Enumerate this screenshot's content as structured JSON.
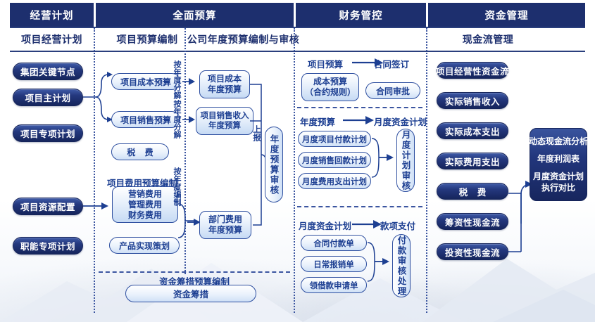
{
  "header": {
    "columns": [
      {
        "title": "经营计划"
      },
      {
        "title": "全面预算"
      },
      {
        "title": "财务管控"
      },
      {
        "title": "资金管理"
      }
    ]
  },
  "subtitles": [
    {
      "label": "项目经营计划"
    },
    {
      "label": "项目预算编制"
    },
    {
      "label": "公司年度预算编制与审核"
    },
    {
      "label": "现金流管理"
    }
  ],
  "col1": {
    "items": [
      {
        "label": "集团关键节点"
      },
      {
        "label": "项目主计划"
      },
      {
        "label": "项目专项计划"
      },
      {
        "label": "项目资源配置"
      },
      {
        "label": "职能专项计划"
      }
    ]
  },
  "col2": {
    "items": [
      {
        "label": "项目成本预算"
      },
      {
        "label": "项目销售预算"
      },
      {
        "label": "税  费"
      },
      {
        "label": "产品实现策划"
      }
    ],
    "expense_caption": "项目费用预算编制",
    "expense_lines": [
      "营销费用",
      "管理费用",
      "财务费用"
    ],
    "connector_labels": [
      "按年度分解",
      "按年度分解",
      "按年度编制"
    ]
  },
  "col3": {
    "items": [
      {
        "lines": [
          "项目成本",
          "年度预算"
        ]
      },
      {
        "lines": [
          "项目销售收入",
          "年度预算"
        ]
      },
      {
        "lines": [
          "部门费用",
          "年度预算"
        ]
      }
    ],
    "submit_label": "上报",
    "review_label": "年度预算审核"
  },
  "funding": {
    "caption": "资金筹措预算编制",
    "item": "资金筹措"
  },
  "col4": {
    "blocks": [
      {
        "from": "项目预算",
        "to": "合同签订",
        "left_box_lines": [
          "成本预算",
          "（合约规则）"
        ],
        "right_item": "合同审批"
      },
      {
        "from": "年度预算",
        "to": "月度资金计划",
        "items": [
          "月度项目付款计划",
          "月度销售回款计划",
          "月度费用支出计划"
        ],
        "review": "月度计划审核"
      },
      {
        "from": "月度资金计划",
        "to": "款项支付",
        "items": [
          "合同付款单",
          "日常报销单",
          "领借款申请单"
        ],
        "review": "付款审核处理"
      }
    ]
  },
  "col5": {
    "items": [
      {
        "label": "项目经营性资金流"
      },
      {
        "label": "实际销售收入"
      },
      {
        "label": "实际成本支出"
      },
      {
        "label": "实际费用支出"
      },
      {
        "label": "税  费"
      },
      {
        "label": "筹资性现金流"
      },
      {
        "label": "投资性现金流"
      }
    ],
    "analysis": {
      "line1": "动态现金流分析",
      "line2": "年度利润表",
      "line3": "月度资金计划",
      "line4": "执行对比"
    }
  },
  "colors": {
    "header_navy": "#1d2f6e",
    "accent_blue": "#2e4fa0",
    "text_blue": "#1d3f92",
    "divider": "#3b55a0"
  }
}
